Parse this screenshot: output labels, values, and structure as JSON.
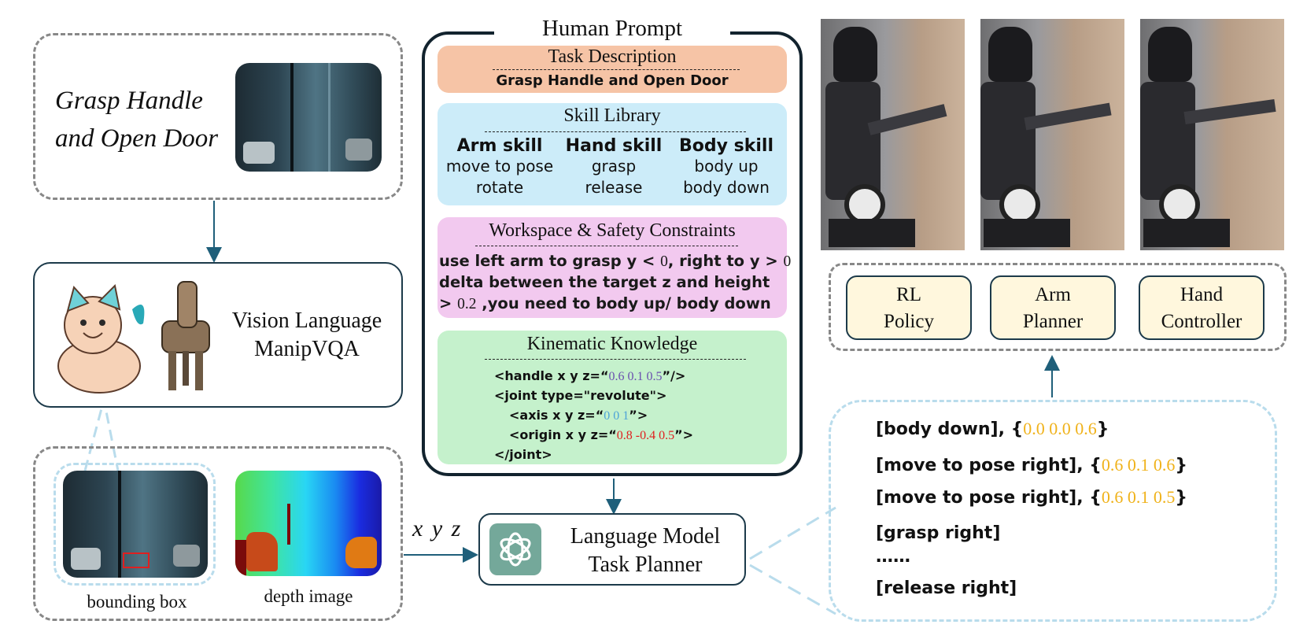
{
  "task_box": {
    "line1": "Grasp Handle",
    "line2": "and Open Door"
  },
  "vlm_box": {
    "line1": "Vision Language",
    "line2": "ManipVQA"
  },
  "inputs": {
    "bbox_label": "bounding box",
    "depth_label": "depth image"
  },
  "xyz_label": "x y z",
  "prompt": {
    "title": "Human Prompt",
    "task": {
      "title": "Task Description",
      "text": "Grasp Handle and Open Door",
      "color": "#f6c4a6"
    },
    "skills": {
      "title": "Skill Library",
      "color": "#ccecf9",
      "columns": [
        {
          "head": "Arm skill",
          "items": [
            "move to pose",
            "rotate"
          ]
        },
        {
          "head": "Hand skill",
          "items": [
            "grasp",
            "release"
          ]
        },
        {
          "head": "Body skill",
          "items": [
            "body up",
            "body down"
          ]
        }
      ]
    },
    "constraints": {
      "title": "Workspace & Safety Constraints",
      "color": "#f2c9ef",
      "line1_a": "use left arm to grasp y < ",
      "line1_n1": "0",
      "line1_b": ", right to y > ",
      "line1_n2": "0",
      "line2": "delta between the target z and height",
      "line3_a": "> ",
      "line3_n": "0.2",
      "line3_b": " ,you need to body up/ body down"
    },
    "kinematic": {
      "title": "Kinematic Knowledge",
      "color": "#c5f1cc",
      "l1_a": "<handle x y z=“",
      "l1_v": "0.6 0.1 0.5",
      "l1_b": "”/>",
      "l2": "<joint type=\"revolute\">",
      "l3_a": "<axis x y z=“",
      "l3_v": "0 0 1",
      "l3_b": "”>",
      "l4_a": "<origin x y z=“",
      "l4_v": "0.8 -0.4 0.5",
      "l4_b": "”>",
      "l5": "</joint>"
    }
  },
  "planner": {
    "line1": "Language Model",
    "line2": "Task Planner",
    "icon": "openai-logo-icon"
  },
  "controllers": [
    {
      "line1": "RL",
      "line2": "Policy"
    },
    {
      "line1": "Arm",
      "line2": "Planner"
    },
    {
      "line1": "Hand",
      "line2": "Controller"
    }
  ],
  "plan": {
    "s1": "[body down], {",
    "s1v": "0.0 0.0 0.6",
    "s1e": "}",
    "s2": "[move to pose right], {",
    "s2v": "0.6 0.1 0.6",
    "s2e": "}",
    "s3": "[move to pose right], {",
    "s3v": "0.6 0.1 0.5",
    "s3e": "}",
    "s4": "[grasp right]",
    "dots": "……",
    "s6": "[release right]"
  },
  "colors": {
    "arrow": "#1f5f7a",
    "dash": "#8a8a8a",
    "bubble": "#b9dcec"
  }
}
